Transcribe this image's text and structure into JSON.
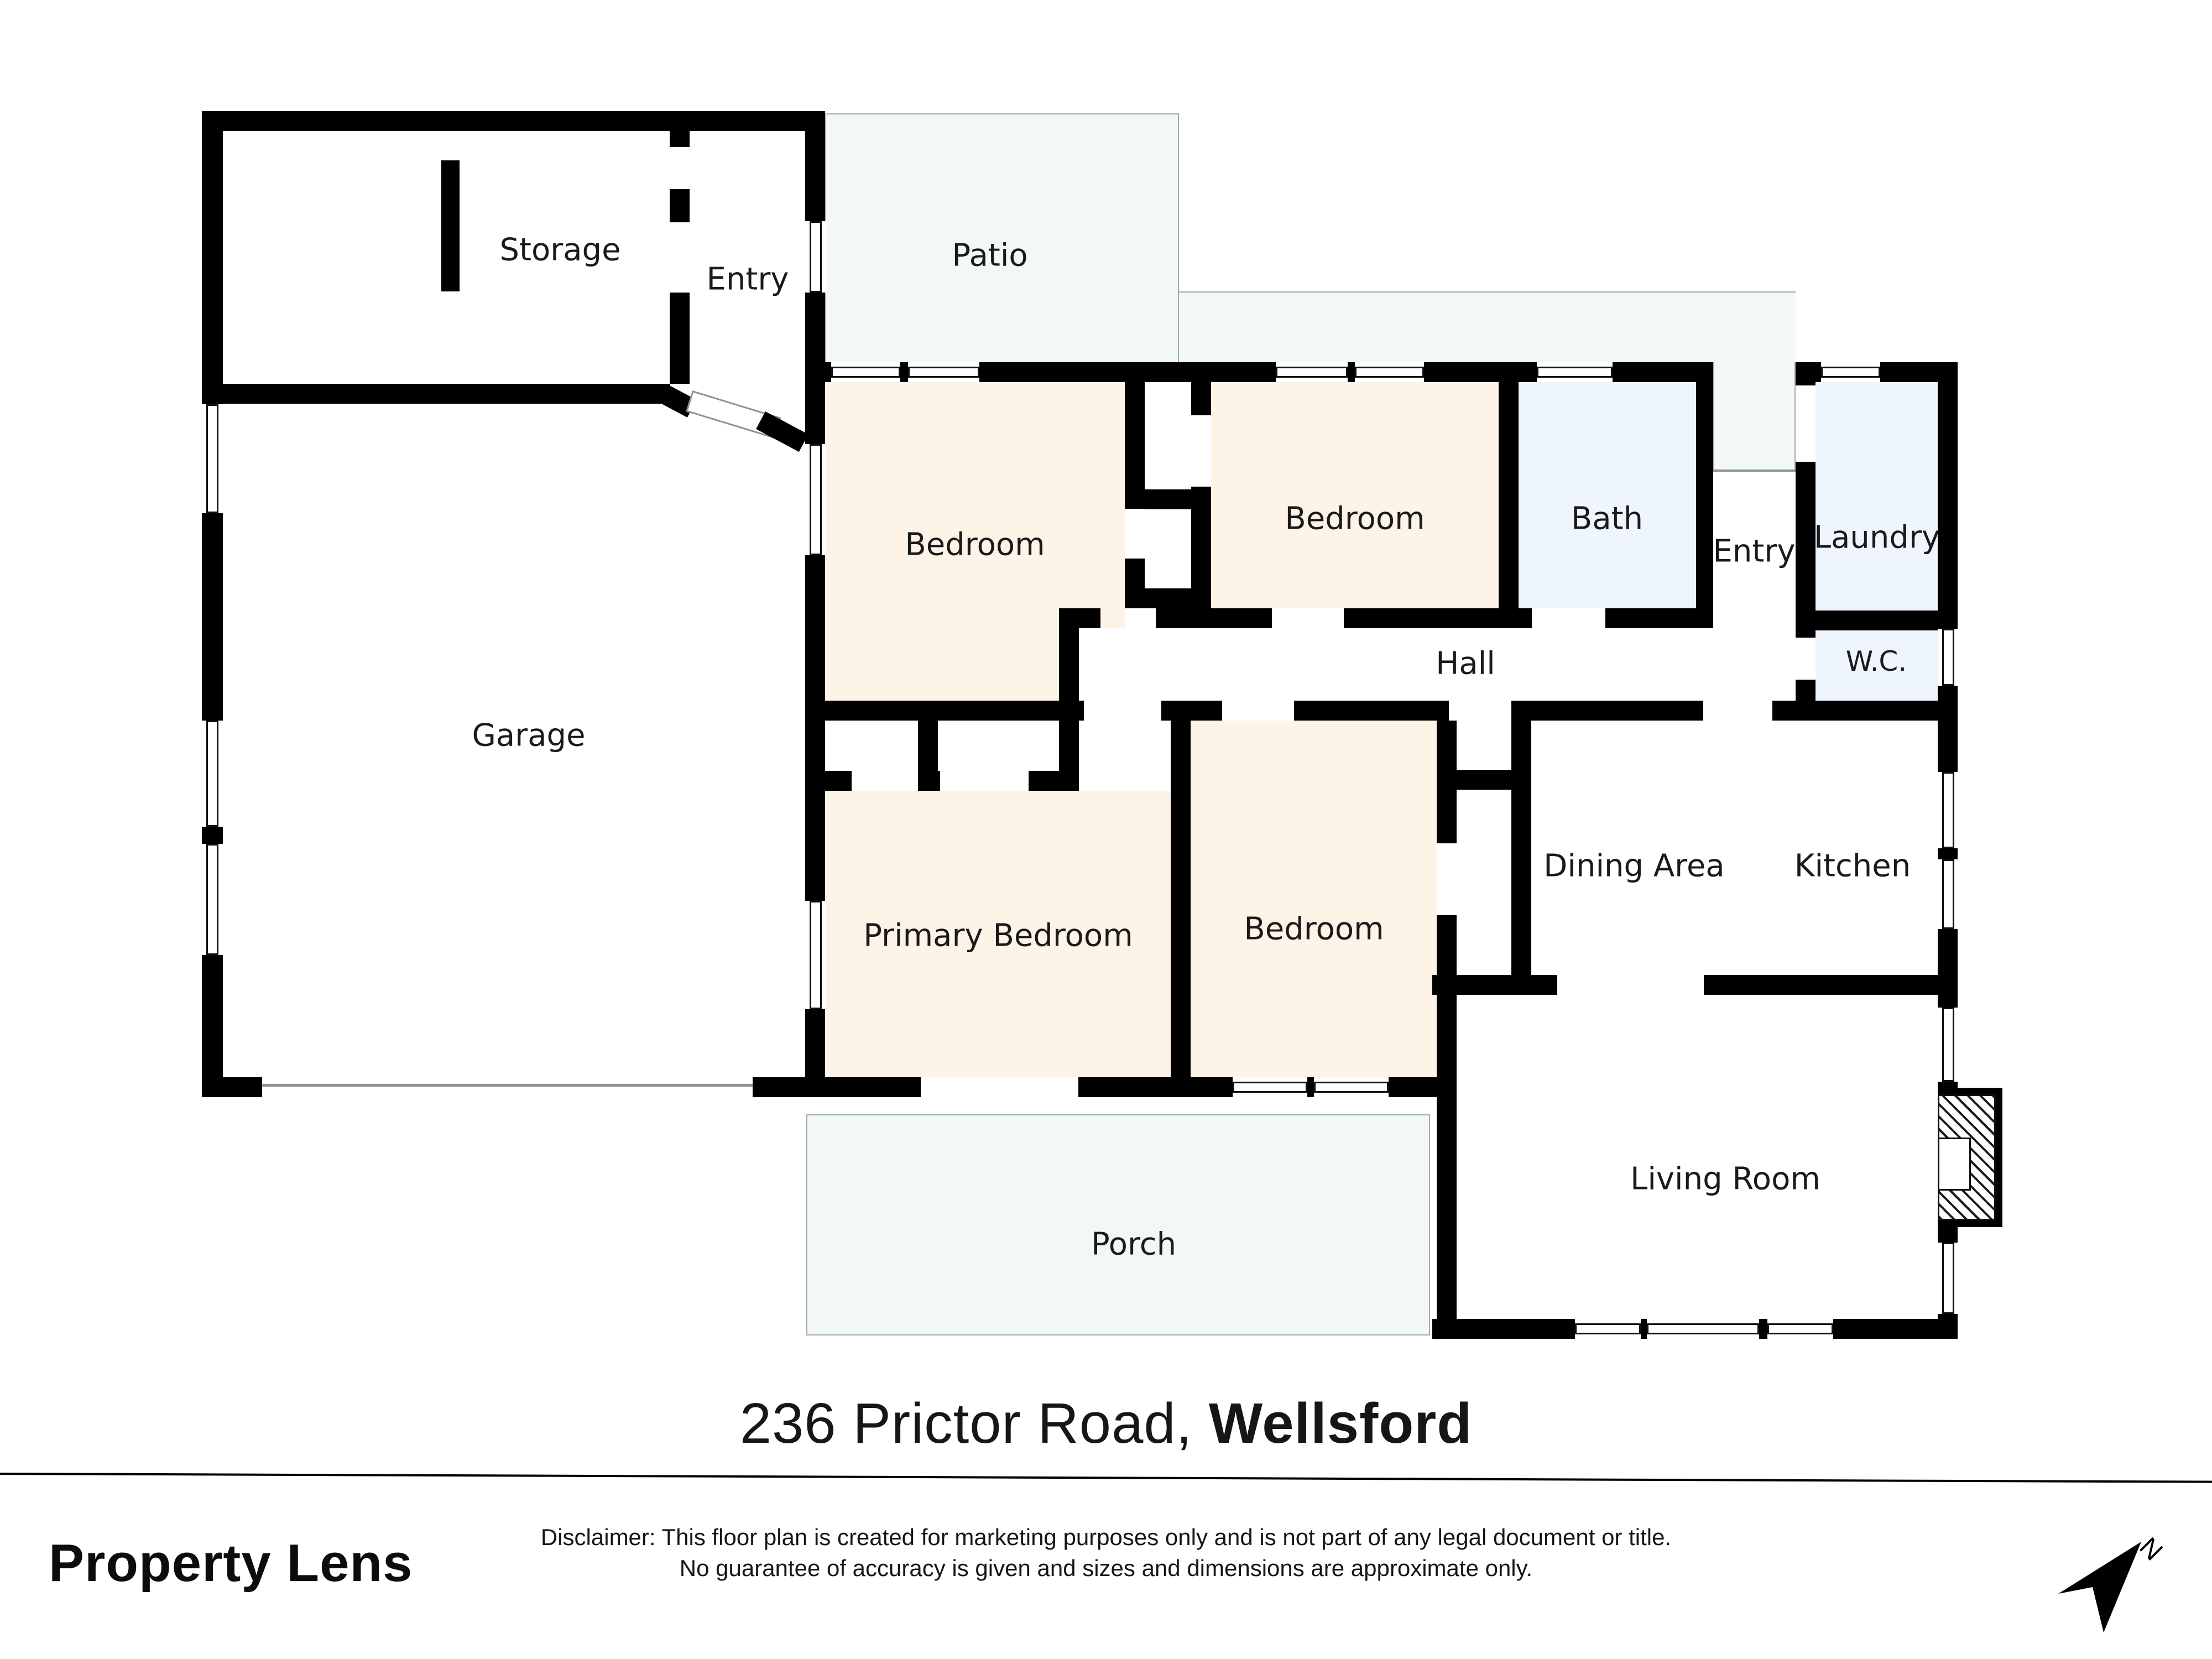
{
  "title": {
    "address": "236 Prictor Road,",
    "suburb": "Wellsford"
  },
  "rooms": {
    "storage": "Storage",
    "entry_top": "Entry",
    "patio": "Patio",
    "bedroom_nw": "Bedroom",
    "bedroom_n": "Bedroom",
    "bath": "Bath",
    "entry_east": "Entry",
    "laundry": "Laundry",
    "hall": "Hall",
    "wc": "W.C.",
    "garage": "Garage",
    "primary_bedroom": "Primary Bedroom",
    "bedroom_s": "Bedroom",
    "dining": "Dining Area",
    "kitchen": "Kitchen",
    "living": "Living Room",
    "porch": "Porch"
  },
  "footer": {
    "brand": "Property Lens",
    "disclaimer_line1": "Disclaimer: This floor plan is created for marketing purposes only and is not part of any legal document or title.",
    "disclaimer_line2": "No guarantee of accuracy is given and sizes and dimensions are approximate only.",
    "north_label": "N"
  },
  "colors": {
    "wall": "#000000",
    "bedroom_fill": "#fdf3e7",
    "wet_area_fill": "#eef5fd",
    "outdoor_fill": "#f2f8f6",
    "outdoor_border": "#a2aba7",
    "text": "#1a1a1a"
  }
}
